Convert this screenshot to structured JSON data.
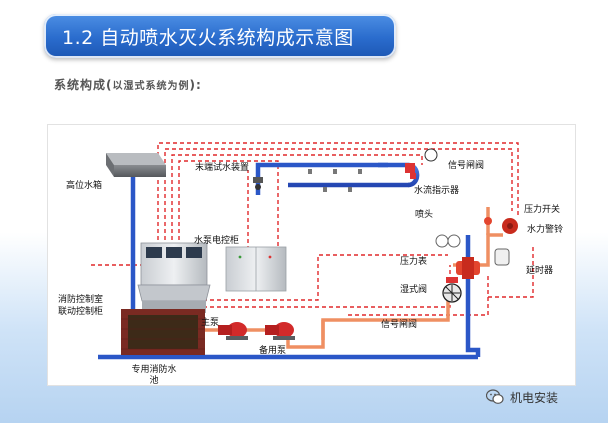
{
  "title": "1.2 自动喷水灭火系统构成示意图",
  "subtitle": {
    "main": "系统构成(",
    "small": "以湿式系统为例",
    "end": "):"
  },
  "labels": {
    "high_tank": "高位水箱",
    "end_test": "末端试水装置",
    "signal_valve_top": "信号闸阀",
    "flow_indicator": "水流指示器",
    "sprinkler": "喷头",
    "pressure_switch": "压力开关",
    "water_bell": "水力警铃",
    "pump_cabinet": "水泵电控柜",
    "pressure_gauge": "压力表",
    "delay": "延时器",
    "wet_valve": "湿式阀",
    "control_room_1": "消防控制室",
    "control_room_2": "联动控制柜",
    "main_pump": "主泵",
    "signal_valve_bottom": "信号闸阀",
    "standby_pump": "备用泵",
    "pool_1": "专用消防水",
    "pool_2": "池"
  },
  "watermark": {
    "text": "机电安装"
  },
  "colors": {
    "title_bar": "#2a6ccd",
    "pipe_blue": "#2b57c7",
    "pipe_orange": "#ef8f62",
    "signal_red": "#e0282b"
  }
}
